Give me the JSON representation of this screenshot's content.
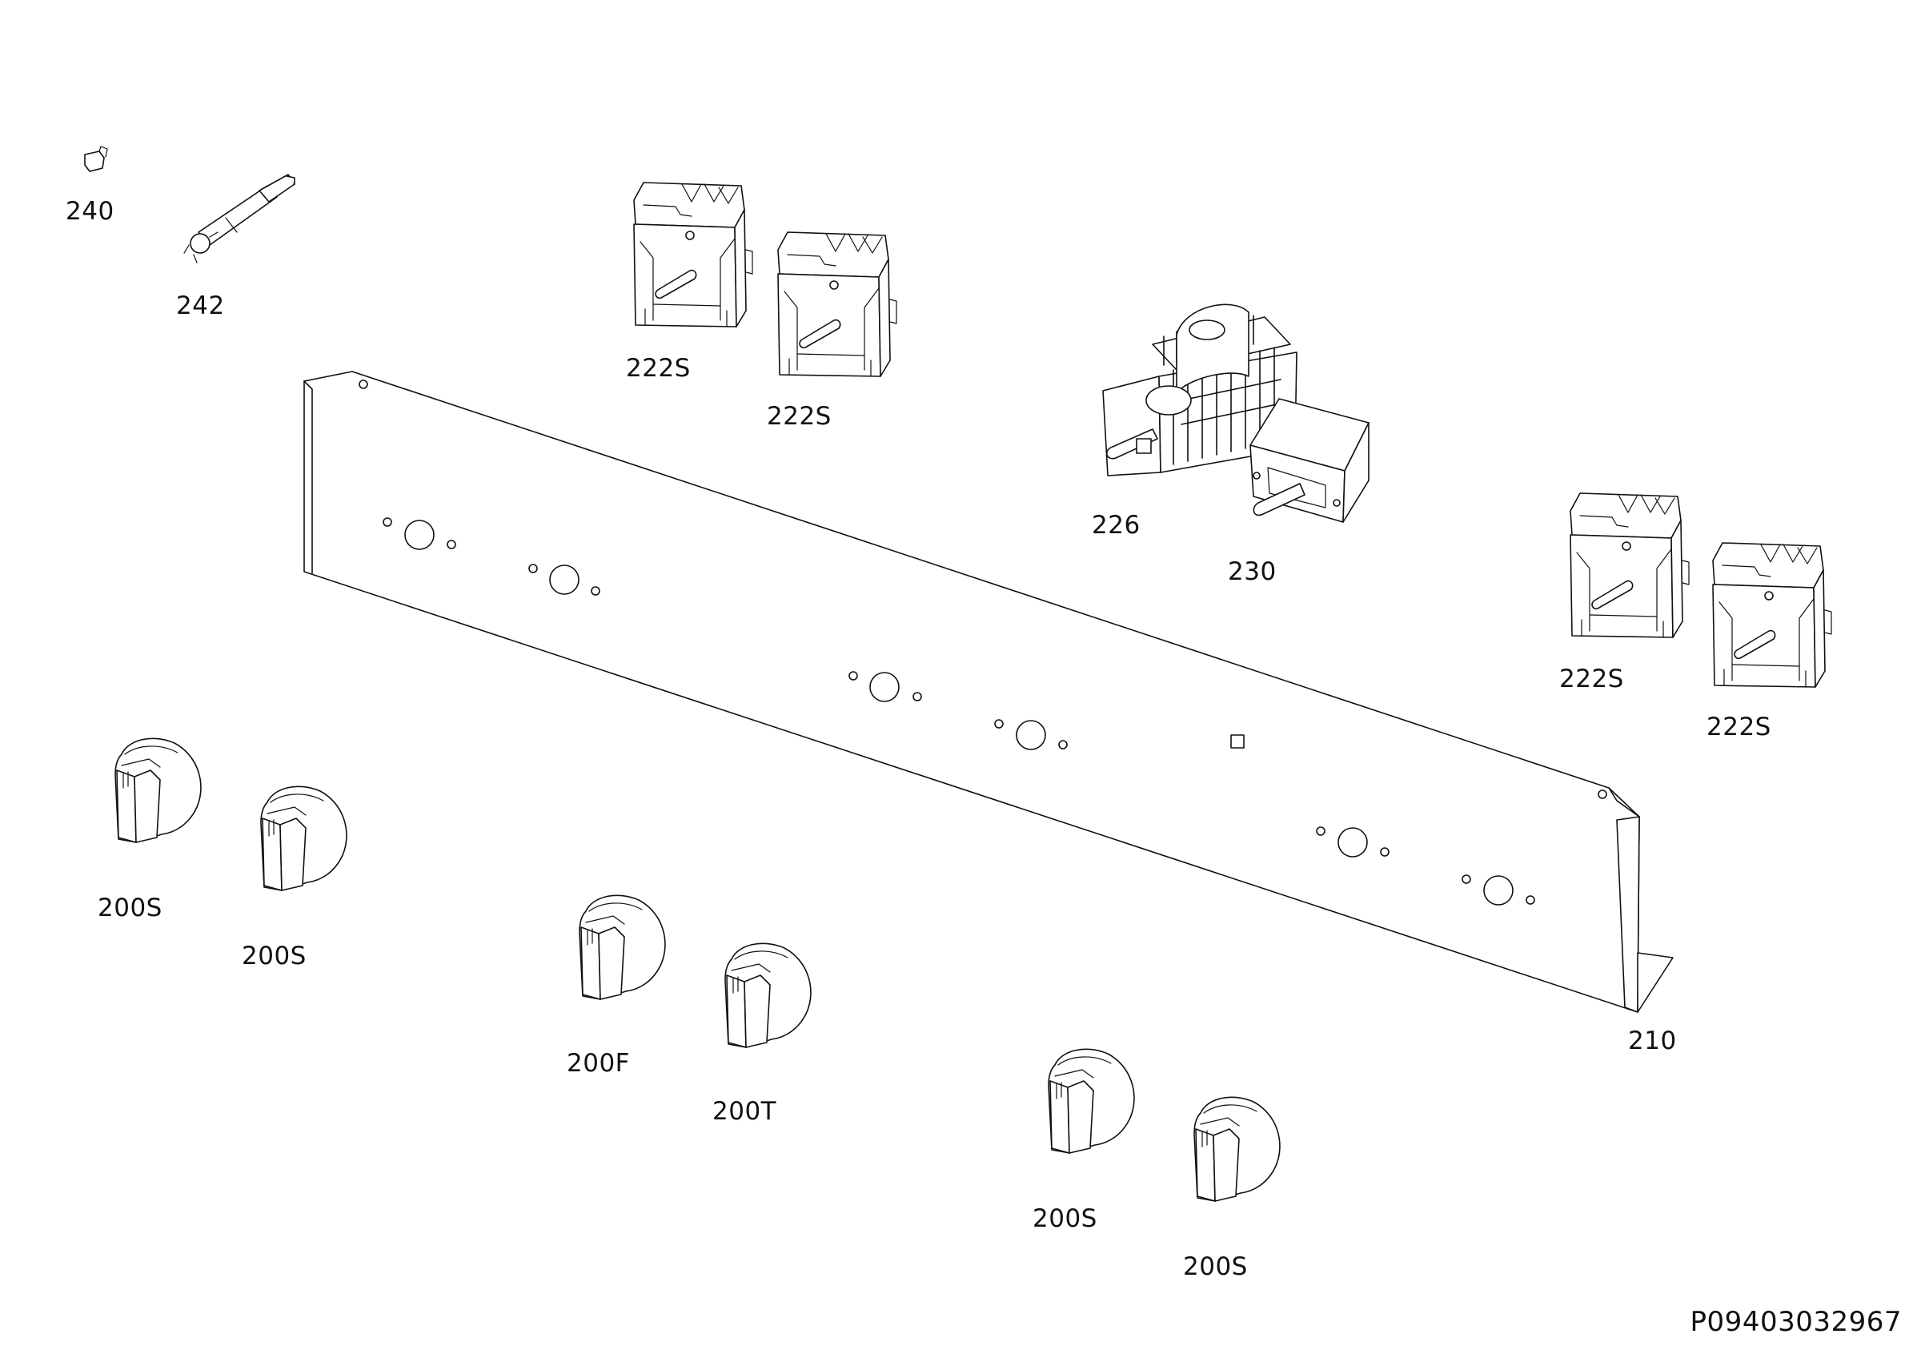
{
  "diagram": {
    "reference_code": "P09403032967",
    "parts": {
      "p240": "240",
      "p242": "242",
      "p222s_a": "222S",
      "p222s_b": "222S",
      "p226": "226",
      "p230": "230",
      "p222s_c": "222S",
      "p222s_d": "222S",
      "p210": "210",
      "p200s_a": "200S",
      "p200s_b": "200S",
      "p200f": "200F",
      "p200t": "200T",
      "p200s_c": "200S",
      "p200s_d": "200S"
    }
  }
}
